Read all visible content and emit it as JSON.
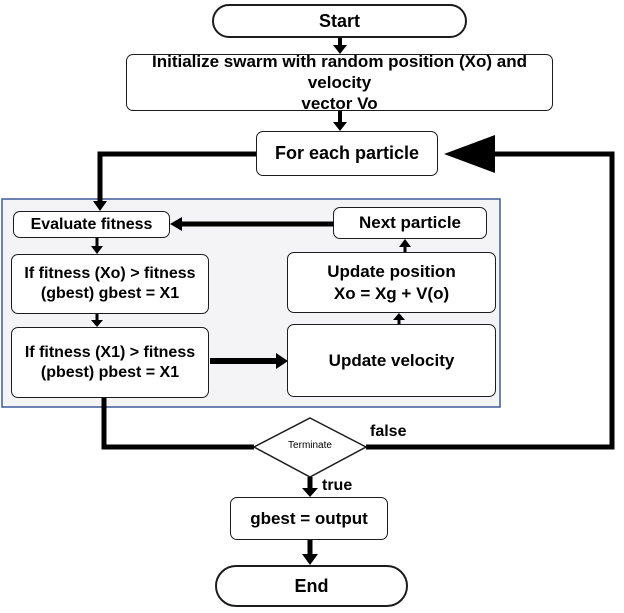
{
  "nodes": {
    "start": "Start",
    "init_line1": "Initialize swarm with random position (Xo) and velocity",
    "init_line2": "vector Vo",
    "for_each": "For each particle",
    "evaluate": "Evaluate fitness",
    "next_particle": "Next particle",
    "if_gbest_line1": "If fitness (Xo) > fitness",
    "if_gbest_line2": "(gbest) gbest = X1",
    "update_position_line1": "Update position",
    "update_position_line2": "Xo = Xg + V(o)",
    "if_pbest_line1": "If fitness (X1) > fitness",
    "if_pbest_line2": "(pbest) pbest = X1",
    "update_velocity": "Update velocity",
    "terminate": "Terminate",
    "output": "gbest = output",
    "end": "End"
  },
  "edge_labels": {
    "false": "false",
    "true": "true"
  },
  "colors": {
    "group_fill": "#f4f4f6",
    "group_border": "#3b5a9a",
    "line": "#000000"
  }
}
